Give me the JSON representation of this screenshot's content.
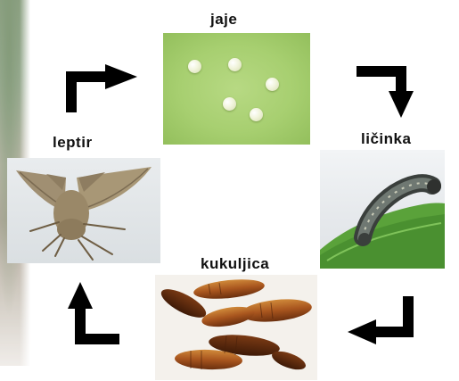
{
  "stages": {
    "egg": {
      "label": "jaje"
    },
    "larva": {
      "label": "ličinka"
    },
    "pupa": {
      "label": "kukuljica"
    },
    "adult": {
      "label": "leptir"
    }
  },
  "cycle_order": [
    "jaje",
    "ličinka",
    "kukuljica",
    "leptir"
  ],
  "arrows": [
    "egg-to-larva",
    "larva-to-pupa",
    "pupa-to-adult",
    "adult-to-egg"
  ],
  "colors": {
    "arrow": "#000000",
    "leaf": "#a7cf70",
    "egg": "#f1f4dc",
    "pupa": "#a8551e",
    "moth": "#a08f72"
  }
}
